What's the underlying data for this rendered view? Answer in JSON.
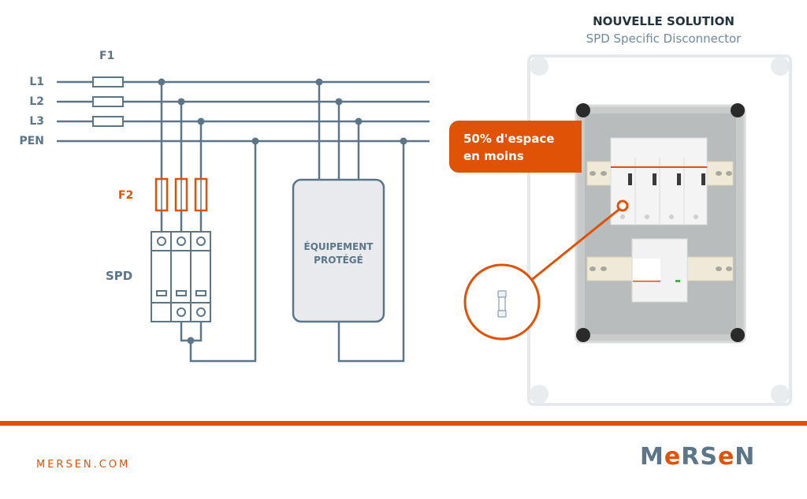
{
  "schematic": {
    "fuse_group_label": "F1",
    "lines": [
      "L1",
      "L2",
      "L3",
      "PEN"
    ],
    "spd_fuse_label": "F2",
    "spd_label": "SPD",
    "equipment_label_line1": "ÉQUIPEMENT",
    "equipment_label_line2": "PROTÉGÉ"
  },
  "solution": {
    "title": "NOUVELLE SOLUTION",
    "subtitle": "SPD Specific Disconnector",
    "callout_line1": "50% d'espace",
    "callout_line2": "en moins"
  },
  "footer": {
    "website": "MERSEN.COM",
    "brand": "MERSEN"
  },
  "colors": {
    "accent": "#e05206",
    "wire": "#5b7688",
    "title_dark": "#24343f",
    "equipment_fill": "#e8eaee"
  }
}
